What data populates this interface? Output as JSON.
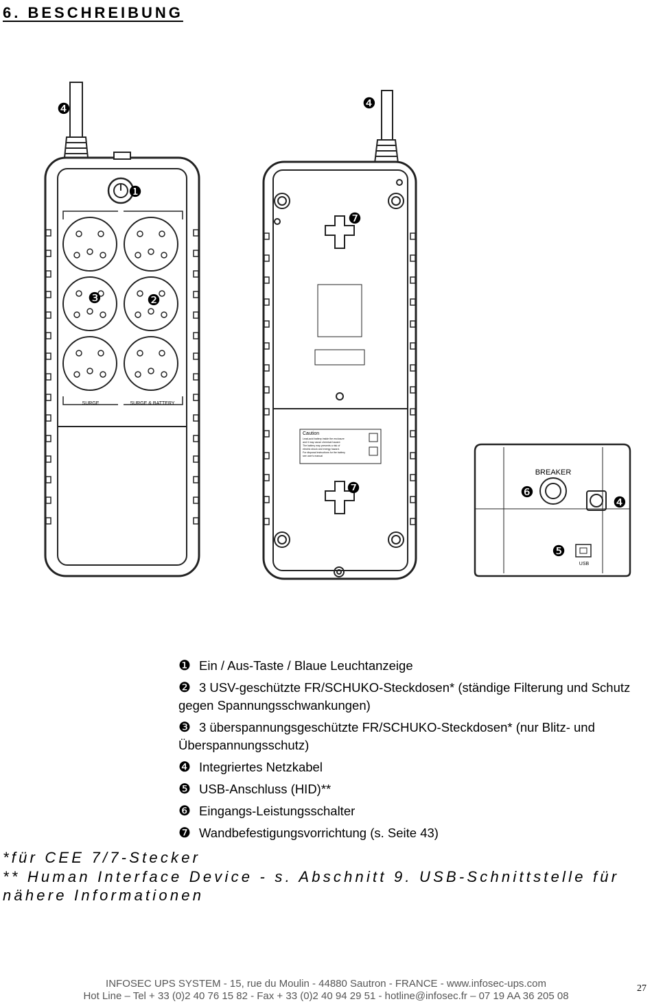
{
  "heading": "6. BESCHREIBUNG",
  "figure": {
    "markers": {
      "m1": "❶",
      "m2": "❷",
      "m3": "❸",
      "m4": "❹",
      "m5": "❺",
      "m6": "❻",
      "m7": "❼"
    },
    "front_labels": {
      "surge": "SURGE",
      "surge_battery": "SURGE & BATTERY"
    },
    "caution": {
      "title": "Caution",
      "lines": [
        "Lead-acid battery inside the enclosure",
        "and it may cause chemical hazard.",
        "The battery may presents a risk of",
        "electric shock and energy hazard.",
        "For disposal instructions for the battery",
        "see user's manual"
      ]
    },
    "side_labels": {
      "breaker": "BREAKER",
      "usb": "USB"
    }
  },
  "legend": [
    {
      "num": "❶",
      "text": "Ein / Aus-Taste / Blaue Leuchtanzeige"
    },
    {
      "num": "❷",
      "text": "3 USV-geschützte FR/SCHUKO-Steckdosen* (ständige Filterung und Schutz gegen Spannungsschwankungen)"
    },
    {
      "num": "❸",
      "text": "3 überspannungsgeschützte FR/SCHUKO-Steckdosen* (nur Blitz- und Überspannungsschutz)"
    },
    {
      "num": "❹",
      "text": "Integriertes Netzkabel"
    },
    {
      "num": "❺",
      "text": "USB-Anschluss (HID)**"
    },
    {
      "num": "❻",
      "text": "Eingangs-Leistungsschalter"
    },
    {
      "num": "❼",
      "text": "Wandbefestigungsvorrichtung (s. Seite 43)"
    }
  ],
  "notes": [
    "*für CEE 7/7-Stecker",
    "** Human Interface Device - s. Abschnitt 9. USB-Schnittstelle für nähere Informationen"
  ],
  "footer": {
    "line1": "INFOSEC UPS SYSTEM - 15, rue du Moulin - 44880 Sautron - FRANCE -  www.infosec-ups.com",
    "line2": "Hot Line – Tel + 33 (0)2 40 76 15 82 - Fax + 33 (0)2 40 94 29 51 - hotline@infosec.fr – 07 19 AA 36 205 08"
  },
  "page_number": "27"
}
